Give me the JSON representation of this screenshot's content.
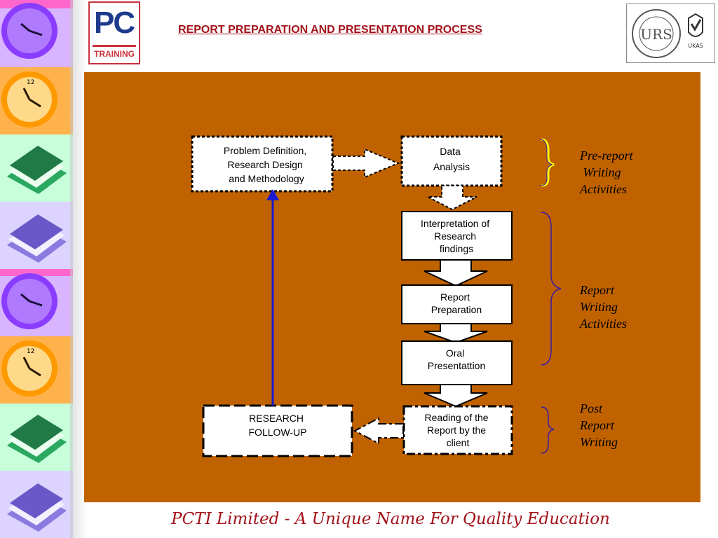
{
  "header": {
    "logo_pc": "PC",
    "logo_training": "TRAINING",
    "title": "REPORT PREPARATION AND PRESENTATION PROCESS",
    "cert_text": "URS",
    "cert_ukas": "UKAS"
  },
  "diagram": {
    "nodes": {
      "problem_definition": [
        "Problem Definition,",
        "Research Design",
        "and Methodology"
      ],
      "data_analysis": [
        "Data",
        "Analysis"
      ],
      "interpretation": [
        "Interpretation of",
        "Research",
        "findings"
      ],
      "report_preparation": [
        "Report",
        "Preparation"
      ],
      "oral_presentation": [
        "Oral",
        "Presentattion"
      ],
      "reading_report": [
        "Reading of the",
        "Report by the",
        "client"
      ],
      "research_followup": [
        "RESEARCH",
        "FOLLOW-UP"
      ]
    },
    "stages": {
      "pre_report": [
        "Pre-report",
        " Writing",
        "Activities"
      ],
      "report_writing": [
        "Report",
        "Writing",
        "Activities"
      ],
      "post_report": [
        "Post",
        "Report",
        "Writing"
      ]
    }
  },
  "footer": {
    "tagline": "PCTI Limited  - A Unique Name For Quality Education"
  },
  "colors": {
    "panel": "#c06200",
    "title": "#a3121a",
    "feedback_arrow": "#1a1ad0",
    "bracket": "#3a1aa0",
    "bracket_highlight": "#ffff00"
  }
}
